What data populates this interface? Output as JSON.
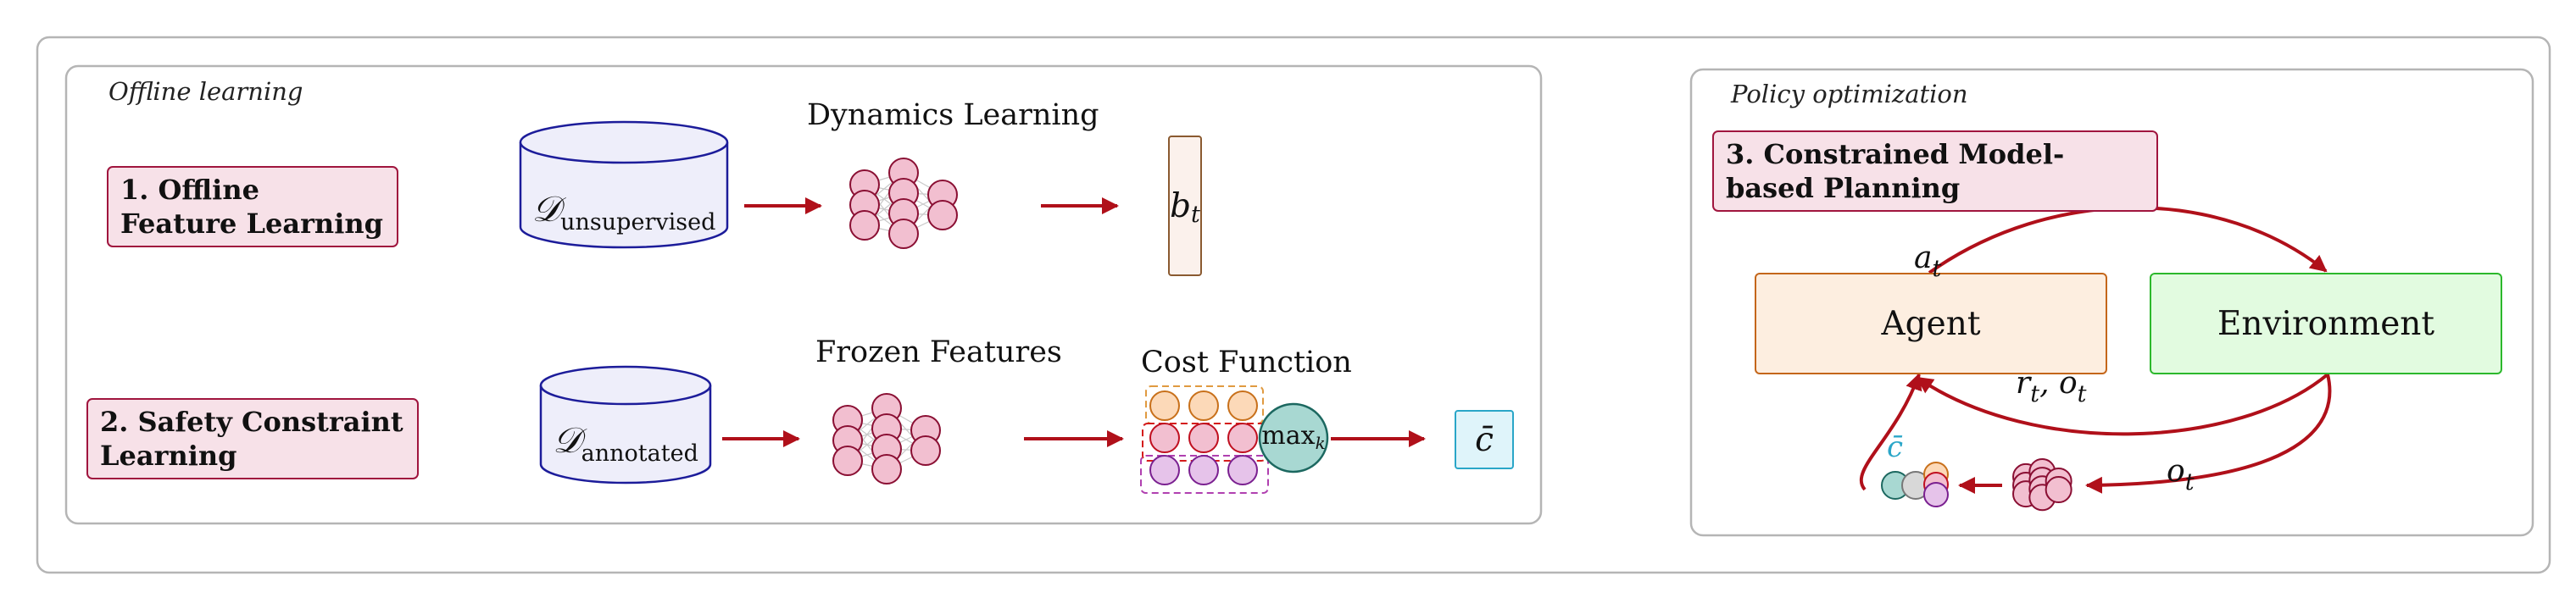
{
  "offline_panel": {
    "title": "Offline learning",
    "step1": "1. Offline Feature Learning",
    "step2": "2. Safety Constraint Learning",
    "dynamics_heading": "Dynamics Learning",
    "frozen_heading": "Frozen Features",
    "cost_heading": "Cost Function",
    "d_unsup_symbol": "𝒟",
    "d_unsup_sub": "unsupervised",
    "d_ann_symbol": "𝒟",
    "d_ann_sub": "annotated",
    "belief_symbol": "b",
    "belief_sub": "t",
    "max_label": "max",
    "max_sub": "k",
    "cost_symbol": "c̄"
  },
  "policy_panel": {
    "title": "Policy optimization",
    "step3": "3. Constrained Model-based Planning",
    "agent": "Agent",
    "environment": "Environment",
    "action_label": "a",
    "action_sub": "t",
    "reward_obs_label": "r",
    "reward_obs_sub1": "t",
    "reward_obs_mid": ", o",
    "reward_obs_sub2": "t",
    "obs_label": "o",
    "obs_sub": "t",
    "cost_symbol": "c̄"
  },
  "colors": {
    "arrow": "#b0101a",
    "node_fill": "#f2bfd0",
    "node_stroke": "#8a0f33",
    "cyl_fill": "#eeeefa",
    "cyl_stroke": "#1c1c9a",
    "agent_fill": "#fdeee0",
    "agent_stroke": "#c4661a",
    "env_fill": "#e2fbe0",
    "env_stroke": "#2cb82c",
    "cost_fill": "#dff4fa",
    "cost_stroke": "#2aa6c8"
  }
}
